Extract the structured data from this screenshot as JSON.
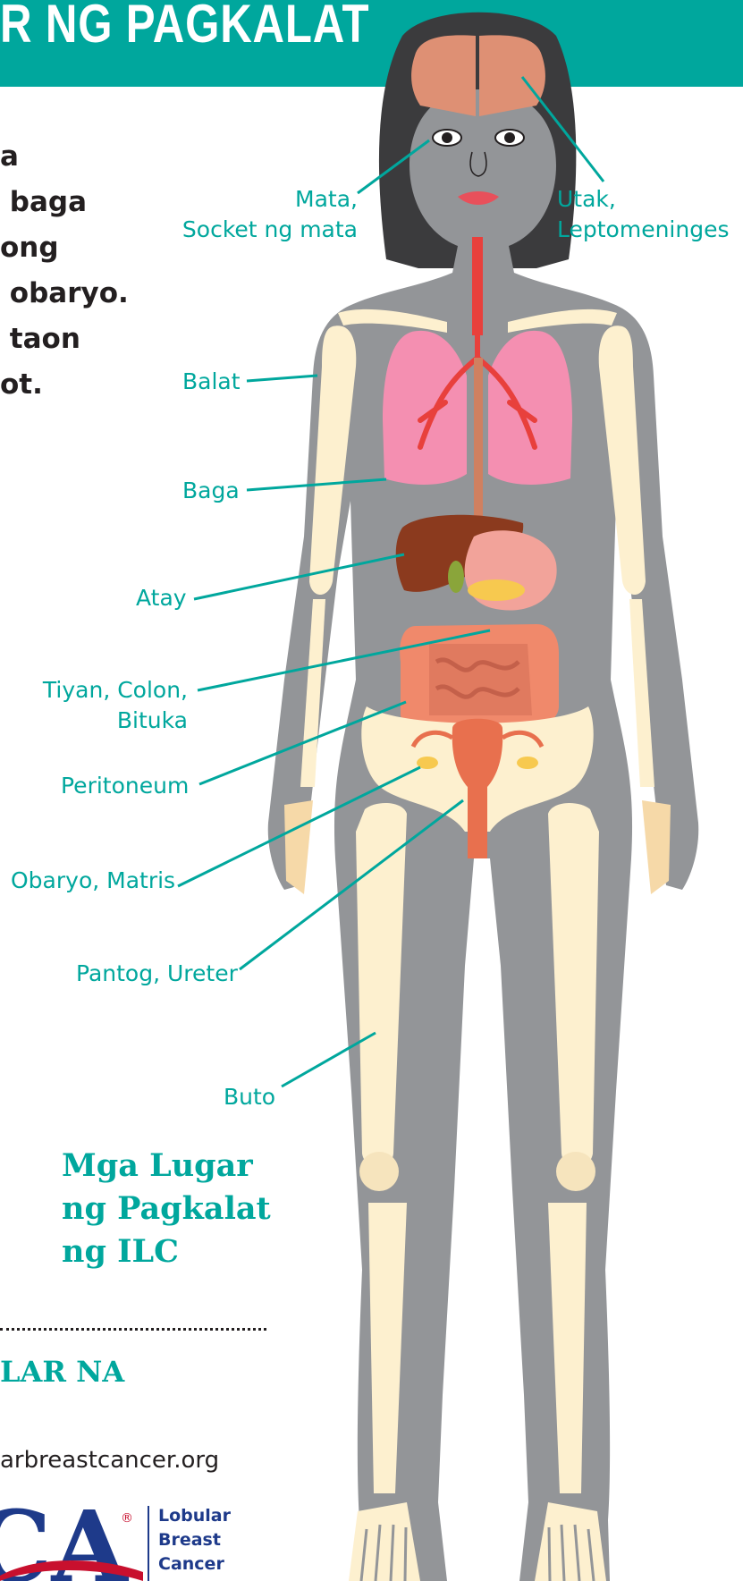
{
  "banner": {
    "title": "R NG PAGKALAT"
  },
  "intro": {
    "lines": [
      "a",
      " baga",
      "ong",
      " obaryo.",
      " taon",
      "ot."
    ]
  },
  "labels": {
    "mata": [
      "Mata,",
      "Socket ng mata"
    ],
    "utak": [
      "Utak,",
      "Leptomeninges"
    ],
    "balat": "Balat",
    "baga": "Baga",
    "atay": "Atay",
    "tiyan": [
      "Tiyan, Colon,",
      "Bituka"
    ],
    "peritoneum": "Peritoneum",
    "obaryo": "Obaryo, Matris",
    "pantog": "Pantog, Ureter",
    "buto": "Buto"
  },
  "sites_title": [
    "Mga Lugar",
    "ng Pagkalat",
    "ng ILC"
  ],
  "section_head": "LAR NA",
  "website": "arbreastcancer.org",
  "logo": {
    "mark": "CA",
    "registered": "®",
    "text": [
      "Lobular",
      "Breast",
      "Cancer"
    ]
  },
  "colors": {
    "teal": "#00a79d",
    "body_gray": "#939598",
    "bone": "#fdf0cf",
    "lung": "#f48fb1",
    "liver": "#8b3a1e",
    "intestine": "#f0896b",
    "dark_text": "#231f20"
  }
}
